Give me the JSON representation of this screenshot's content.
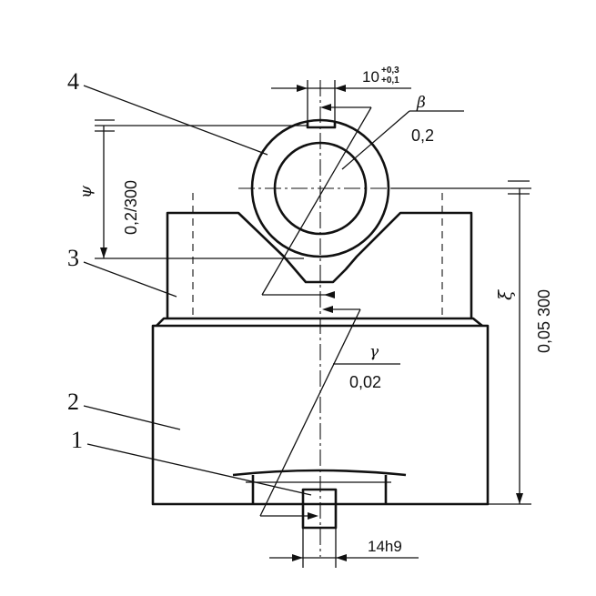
{
  "callouts": {
    "one": "1",
    "two": "2",
    "three": "3",
    "four": "4"
  },
  "dimensions": {
    "slot_width": "10",
    "slot_tol_upper": "+0,3",
    "slot_tol_lower": "+0,1",
    "key_width": "14h9",
    "vertical_left": "0,2/300",
    "vertical_right": "0,05 300"
  },
  "tolerances": {
    "beta_symbol": "β",
    "beta_value": "0,2",
    "gamma_symbol": "γ",
    "gamma_value": "0,02",
    "psi_symbol": "ψ",
    "xi_symbol": "ξ"
  }
}
